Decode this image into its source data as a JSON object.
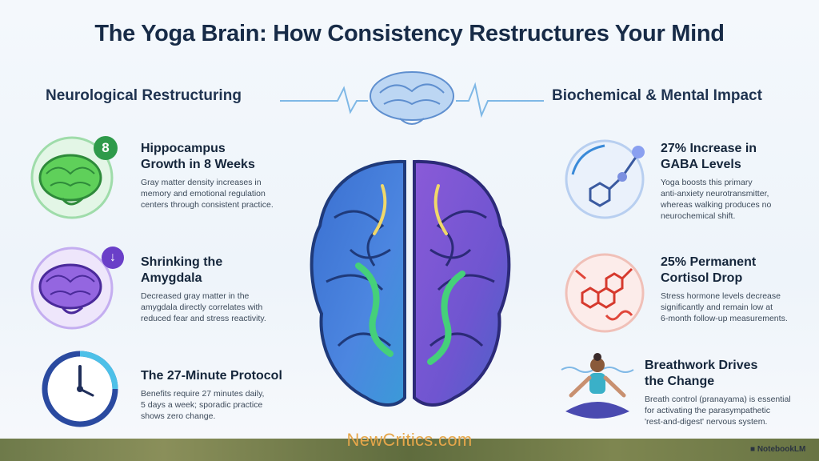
{
  "title": "The Yoga Brain: How Consistency Restructures Your Mind",
  "left_heading": "Neurological Restructuring",
  "right_heading": "Biochemical & Mental Impact",
  "left_cards": [
    {
      "title_line1": "Hippocampus",
      "title_line2": "Growth in 8 Weeks",
      "badge": "8",
      "desc_line1": "Gray matter density increases in",
      "desc_line2": "memory and emotional regulation",
      "desc_line3": "centers through consistent practice."
    },
    {
      "title_line1": "Shrinking the",
      "title_line2": "Amygdala",
      "badge": "↓",
      "desc_line1": "Decreased gray matter in the",
      "desc_line2": "amygdala directly correlates with",
      "desc_line3": "reduced fear and stress reactivity."
    },
    {
      "title_line1": "The 27-Minute Protocol",
      "title_line2": "",
      "desc_line1": "Benefits require 27 minutes daily,",
      "desc_line2": "5 days a week; sporadic practice",
      "desc_line3": "shows zero change."
    }
  ],
  "right_cards": [
    {
      "title_line1": "27% Increase in",
      "title_line2": "GABA Levels",
      "desc_line1": "Yoga boosts this primary",
      "desc_line2": "anti-anxiety neurotransmitter,",
      "desc_line3": "whereas walking produces no",
      "desc_line4": "neurochemical shift."
    },
    {
      "title_line1": "25% Permanent",
      "title_line2": "Cortisol Drop",
      "desc_line1": "Stress hormone levels decrease",
      "desc_line2": "significantly and remain low at",
      "desc_line3": "6-month follow-up measurements.",
      "desc_line4": ""
    },
    {
      "title_line1": "Breathwork Drives",
      "title_line2": "the Change",
      "desc_line1": "Breath control (pranayama) is essential",
      "desc_line2": "for activating the parasympathetic",
      "desc_line3": "'rest-and-digest' nervous system.",
      "desc_line4": ""
    }
  ],
  "watermark": "NewCritics.com",
  "brand": "NotebookLM",
  "colors": {
    "title": "#172b47",
    "accent_green": "#3cc04a",
    "accent_purple": "#7b4fd8",
    "accent_blue": "#3a6fd0",
    "cortisol_red": "#e0463a",
    "watermark": "#e6a64a"
  }
}
